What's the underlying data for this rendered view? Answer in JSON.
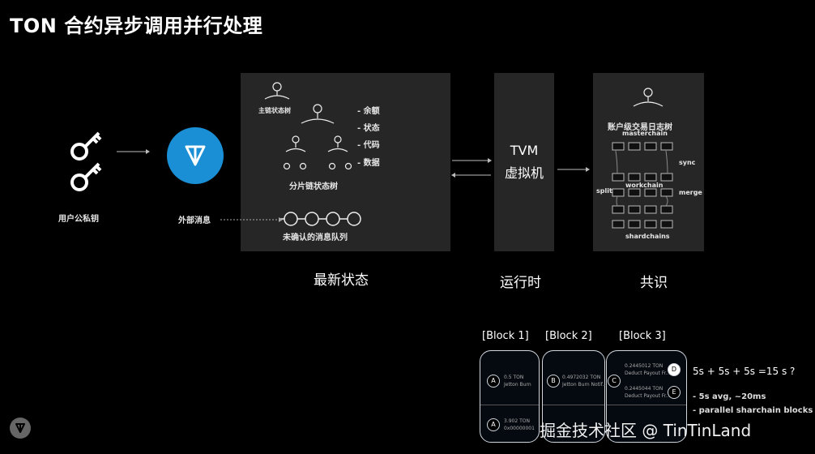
{
  "title": "TON 合约异步调用并行处理",
  "left": {
    "key_label": "用户公私钥",
    "ext_msg_label": "外部消息"
  },
  "state_panel": {
    "main_tree_label": "主链状态树",
    "attrs": [
      "- 余额",
      "- 状态",
      "- 代码",
      "- 数据"
    ],
    "shard_tree_label": "分片链状态树",
    "queue_label": "未确认的消息队列",
    "caption": "最新状态"
  },
  "runtime_panel": {
    "line1": "TVM",
    "line2": "虚拟机",
    "caption": "运行时"
  },
  "consensus_panel": {
    "tree_label": "账户级交易日志树",
    "masterchain": "masterchain",
    "workchain": "workchain",
    "shardchains": "shardchains",
    "sync": "sync",
    "split": "split",
    "merge": "merge",
    "caption": "共识"
  },
  "blocks": {
    "headers": [
      "[Block 1]",
      "[Block 2]",
      "[Block 3]"
    ],
    "b1_top": {
      "badge": "A",
      "amount": "0.5 TON",
      "desc": "Jetton Burn"
    },
    "b1_bottom": {
      "badge": "A",
      "amount": "3.902 TON",
      "desc": "0x00000001"
    },
    "b2_top": {
      "badge": "B",
      "amount": "0.4972032 TON",
      "desc": "Jetton Burn Notif..."
    },
    "b3_c": {
      "badge": "C"
    },
    "b3_d": {
      "badge": "D",
      "amount": "0.2445012 TON",
      "desc": "Deduct Payout Fr..."
    },
    "b3_e": {
      "badge": "E",
      "amount": "0.2445044 TON",
      "desc": "Deduct Payout Fr..."
    }
  },
  "notes": {
    "equation": "5s + 5s + 5s =15 s ?",
    "bullet1": "- 5s avg, ~20ms",
    "bullet2": "- parallel sharchain blocks"
  },
  "watermark": "掘金技术社区 @ TinTinLand",
  "colors": {
    "ton_blue": "#1a8fd6",
    "panel": "#262626"
  }
}
